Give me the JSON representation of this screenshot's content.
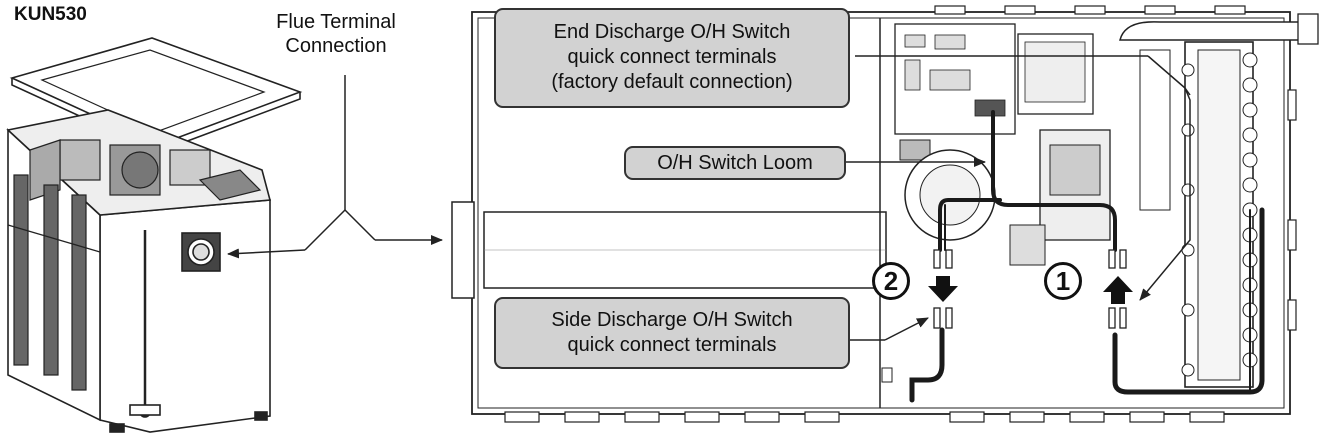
{
  "model": "KUN530",
  "flue_label": [
    "Flue Terminal",
    "Connection"
  ],
  "callouts": {
    "end_discharge": [
      "End Discharge O/H Switch",
      "quick connect terminals",
      "(factory default connection)"
    ],
    "loom": [
      "O/H Switch Loom"
    ],
    "side_discharge": [
      "Side Discharge O/H Switch",
      "quick connect terminals"
    ]
  },
  "badges": {
    "one": "1",
    "two": "2"
  },
  "colors": {
    "callout_fill": "#d2d2d2",
    "line": "#222222",
    "cable": "#1a1a1a"
  }
}
